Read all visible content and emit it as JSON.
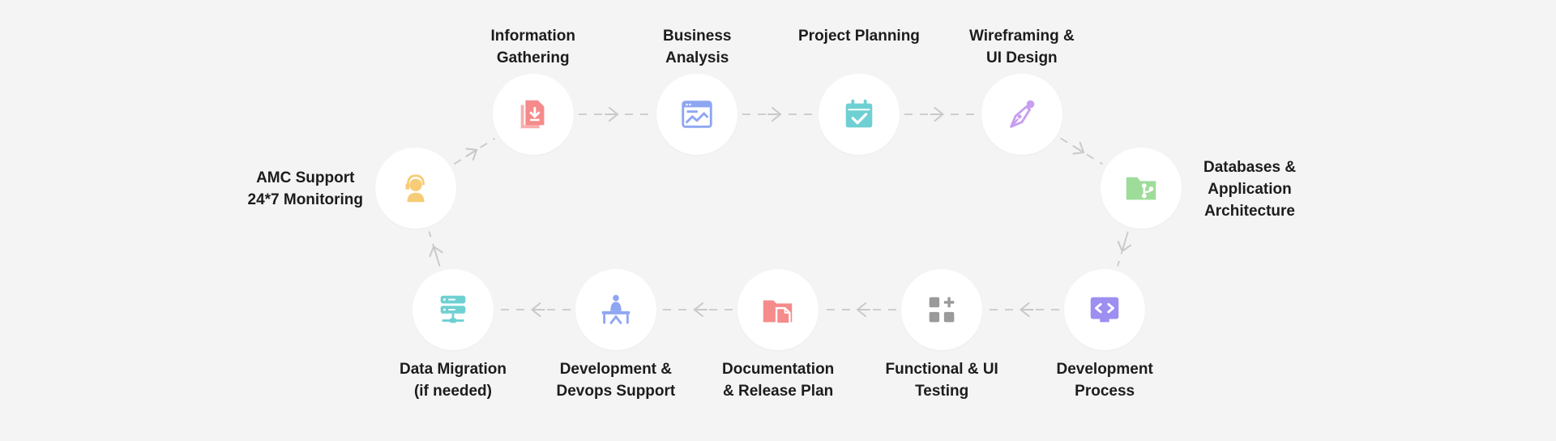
{
  "steps": [
    {
      "id": "info-gathering",
      "lines": [
        "Information",
        "Gathering"
      ],
      "icon": "document-download-icon",
      "color": "#f58b8b"
    },
    {
      "id": "business-analysis",
      "lines": [
        "Business",
        "Analysis"
      ],
      "icon": "browser-chart-icon",
      "color": "#8ea6f2"
    },
    {
      "id": "project-planning",
      "lines": [
        "Project Planning"
      ],
      "icon": "calendar-check-icon",
      "color": "#6fd0d3"
    },
    {
      "id": "wireframing",
      "lines": [
        "Wireframing &",
        "UI Design"
      ],
      "icon": "pen-nib-icon",
      "color": "#c79ef0"
    },
    {
      "id": "databases",
      "lines": [
        "Databases &",
        "Application",
        "Architecture"
      ],
      "icon": "folder-branch-icon",
      "color": "#9edc9a"
    },
    {
      "id": "development-process",
      "lines": [
        "Development",
        "Process"
      ],
      "icon": "code-window-icon",
      "color": "#9d8ef2"
    },
    {
      "id": "testing",
      "lines": [
        "Functional & UI",
        "Testing"
      ],
      "icon": "grid-plus-icon",
      "color": "#9a9a9a"
    },
    {
      "id": "documentation",
      "lines": [
        "Documentation",
        "& Release Plan"
      ],
      "icon": "folder-file-icon",
      "color": "#f58b8b"
    },
    {
      "id": "devops",
      "lines": [
        "Development &",
        "Devops Support"
      ],
      "icon": "person-desk-icon",
      "color": "#8ea6f2"
    },
    {
      "id": "data-migration",
      "lines": [
        "Data Migration",
        "(if needed)"
      ],
      "icon": "server-stack-icon",
      "color": "#6fd0d3"
    },
    {
      "id": "amc-support",
      "lines": [
        "AMC Support",
        "24*7 Monitoring"
      ],
      "icon": "support-agent-icon",
      "color": "#f7cc78"
    }
  ],
  "connector_color": "#c9c9c9"
}
